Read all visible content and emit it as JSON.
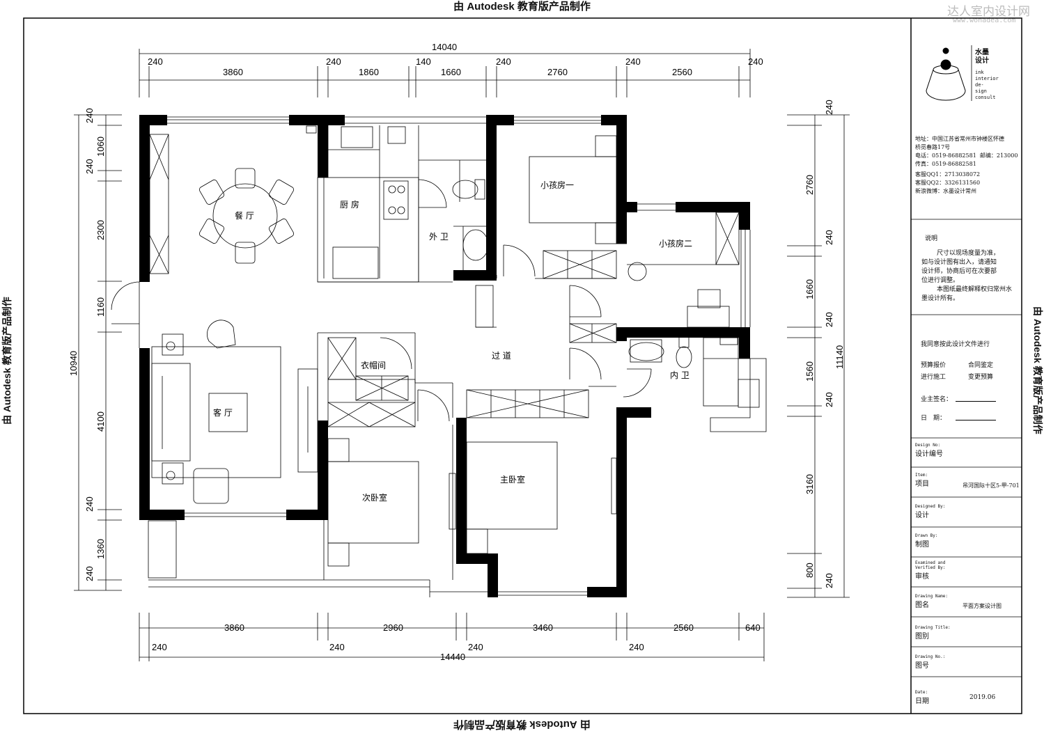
{
  "watermark": {
    "top": "由 Autodesk 教育版产品制作",
    "bottom": "由 Autodesk 教育版产品制作",
    "left": "由 Autodesk 教育版产品制作",
    "right": "由 Autodesk 教育版产品制作"
  },
  "site": {
    "name": "达人室内设计网",
    "url": "www.wonadea.com"
  },
  "dimensions": {
    "top_total": "14040",
    "top_segments": [
      "240",
      "3860",
      "240",
      "1860",
      "140",
      "1660",
      "240",
      "2760",
      "240",
      "2560",
      "240"
    ],
    "bottom_total": "14440",
    "bottom_segments": [
      "3860",
      "2960",
      "3460",
      "2560",
      "640"
    ],
    "bottom_walls": [
      "240",
      "240",
      "240",
      "240"
    ],
    "left_total": "10940",
    "left_segments": [
      "240",
      "1060",
      "240",
      "2300",
      "1160",
      "4100",
      "240",
      "1360",
      "240"
    ],
    "right_total": "11140",
    "right_segments": [
      "240",
      "2760",
      "240",
      "1660",
      "240",
      "1560",
      "240",
      "3160",
      "800",
      "240"
    ]
  },
  "rooms": {
    "dining": "餐 厅",
    "kitchen": "厨 房",
    "guest_bath": "外 卫",
    "kid_room_1": "小孩房一",
    "kid_room_2": "小孩房二",
    "corridor": "过 道",
    "cloakroom": "衣帽间",
    "living": "客 厅",
    "inner_bath": "内 卫",
    "second_bedroom": "次卧室",
    "master_bedroom": "主卧室"
  },
  "title_block": {
    "brand_cn": "水墨\n设计",
    "brand_en": [
      "ink",
      "interior",
      "de-",
      "sign",
      "consult"
    ],
    "address": [
      "地址：中国江苏省常州市钟楼区怀德",
      "桥觅春路17号"
    ],
    "phone": "电话：0519-86882581",
    "postcode": "邮编：213000",
    "fax": "传真：0519-86882581",
    "qq1": "客服QQ1：2713038072",
    "qq2": "客服QQ2：3326131560",
    "weibo": "新浪微博：水墨设计常州",
    "notes_title": "说明",
    "notes": [
      "尺寸以现场度量为准，",
      "如与设计图有出入，请通知",
      "设计师，协商后可在次要部",
      "位进行调整。",
      "本图纸最终解释权归常州水",
      "墨设计所有。"
    ],
    "agree": "我同意按此设计文件进行",
    "options": [
      "预算报价",
      "合同鉴定",
      "进行施工",
      "变更预算"
    ],
    "owner_sign": "业主签名：",
    "date_label": "日　期：",
    "fields": [
      {
        "en": "Design No:",
        "cn": "设计编号",
        "value": ""
      },
      {
        "en": "Item:",
        "cn": "项目",
        "value": "吊河国际十区5-甲-701"
      },
      {
        "en": "Designed By:",
        "cn": "设计",
        "value": ""
      },
      {
        "en": "Drawn By:",
        "cn": "制图",
        "value": ""
      },
      {
        "en": "Examined and\nVerified By:",
        "cn": "审核",
        "value": ""
      },
      {
        "en": "Drawing Name:",
        "cn": "图名",
        "value": "平面方案设计图"
      },
      {
        "en": "Drawing Title:",
        "cn": "图别",
        "value": ""
      },
      {
        "en": "Drawing No.:",
        "cn": "图号",
        "value": ""
      },
      {
        "en": "Date:",
        "cn": "日期",
        "value": "2019.06"
      }
    ]
  }
}
